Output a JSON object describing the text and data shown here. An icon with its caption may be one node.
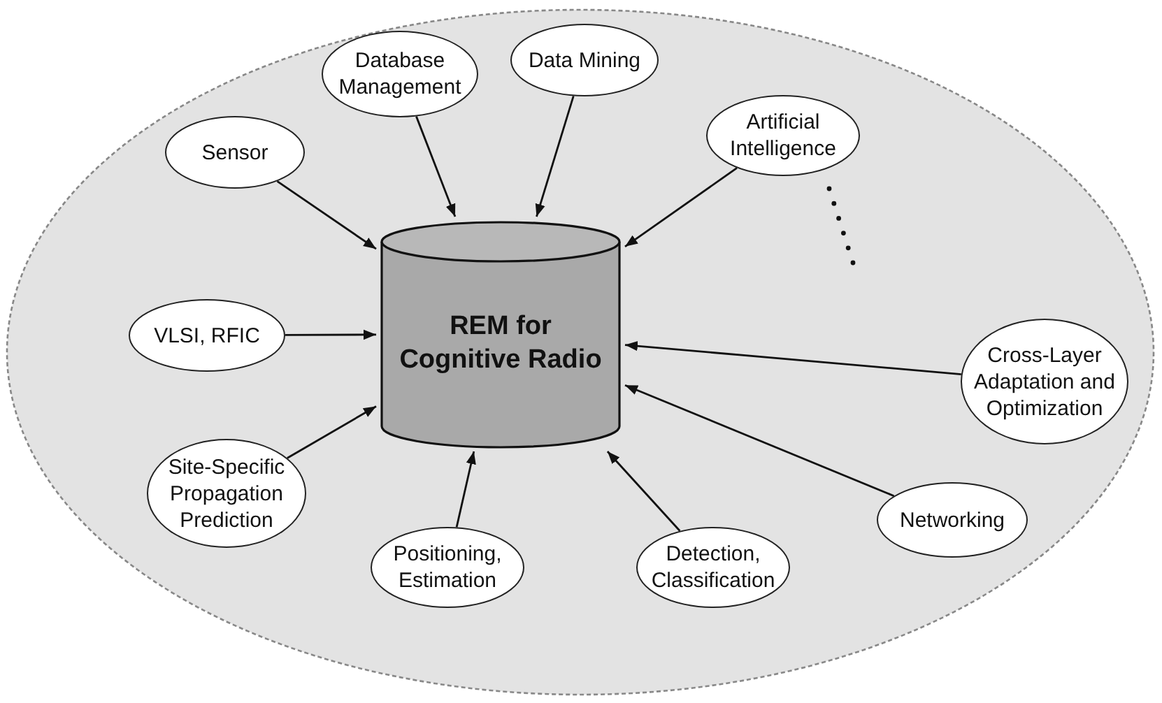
{
  "diagram": {
    "nodes": [
      {
        "text": [],
        "shape": "ellipse"
      },
      {
        "text": [
          "Database Management"
        ],
        "in": 0
      },
      {
        "text": [
          "Data Mining"
        ],
        "in": 0
      },
      {
        "text": [
          "Sensor"
        ],
        "in": 0
      },
      {
        "text": [
          "Artificial Intelligence"
        ],
        "in": 0
      },
      {
        "text": [
          "VLSI, RFIC"
        ],
        "in": 0
      },
      {
        "text": [
          "REM for Cognitive Radio"
        ],
        "in": 0
      },
      {
        "text": [
          "Cross-Layer Adaptation and Optimization"
        ],
        "in": 0
      },
      {
        "text": [
          "Site-Specific Propagation Prediction"
        ],
        "in": 0
      },
      {
        "text": [
          "Networking"
        ],
        "in": 0
      },
      {
        "text": [
          "Positioning, Estimation"
        ],
        "in": 0
      },
      {
        "text": [
          "Detection, Classification"
        ],
        "in": 0
      }
    ],
    "edges": [
      {
        "from": 1,
        "to": 6,
        "arrow": "to"
      },
      {
        "from": 2,
        "to": 6,
        "arrow": "to"
      },
      {
        "from": 3,
        "to": 6,
        "arrow": "to"
      },
      {
        "from": 4,
        "to": 6,
        "arrow": "to"
      },
      {
        "from": 5,
        "to": 6,
        "arrow": "to"
      },
      {
        "from": 7,
        "to": 6,
        "arrow": "to"
      },
      {
        "from": 8,
        "to": 6,
        "arrow": "to"
      },
      {
        "from": 9,
        "to": 6,
        "arrow": "to"
      },
      {
        "from": 10,
        "to": 6,
        "arrow": "to"
      },
      {
        "from": 11,
        "to": 6,
        "arrow": "to"
      }
    ]
  }
}
